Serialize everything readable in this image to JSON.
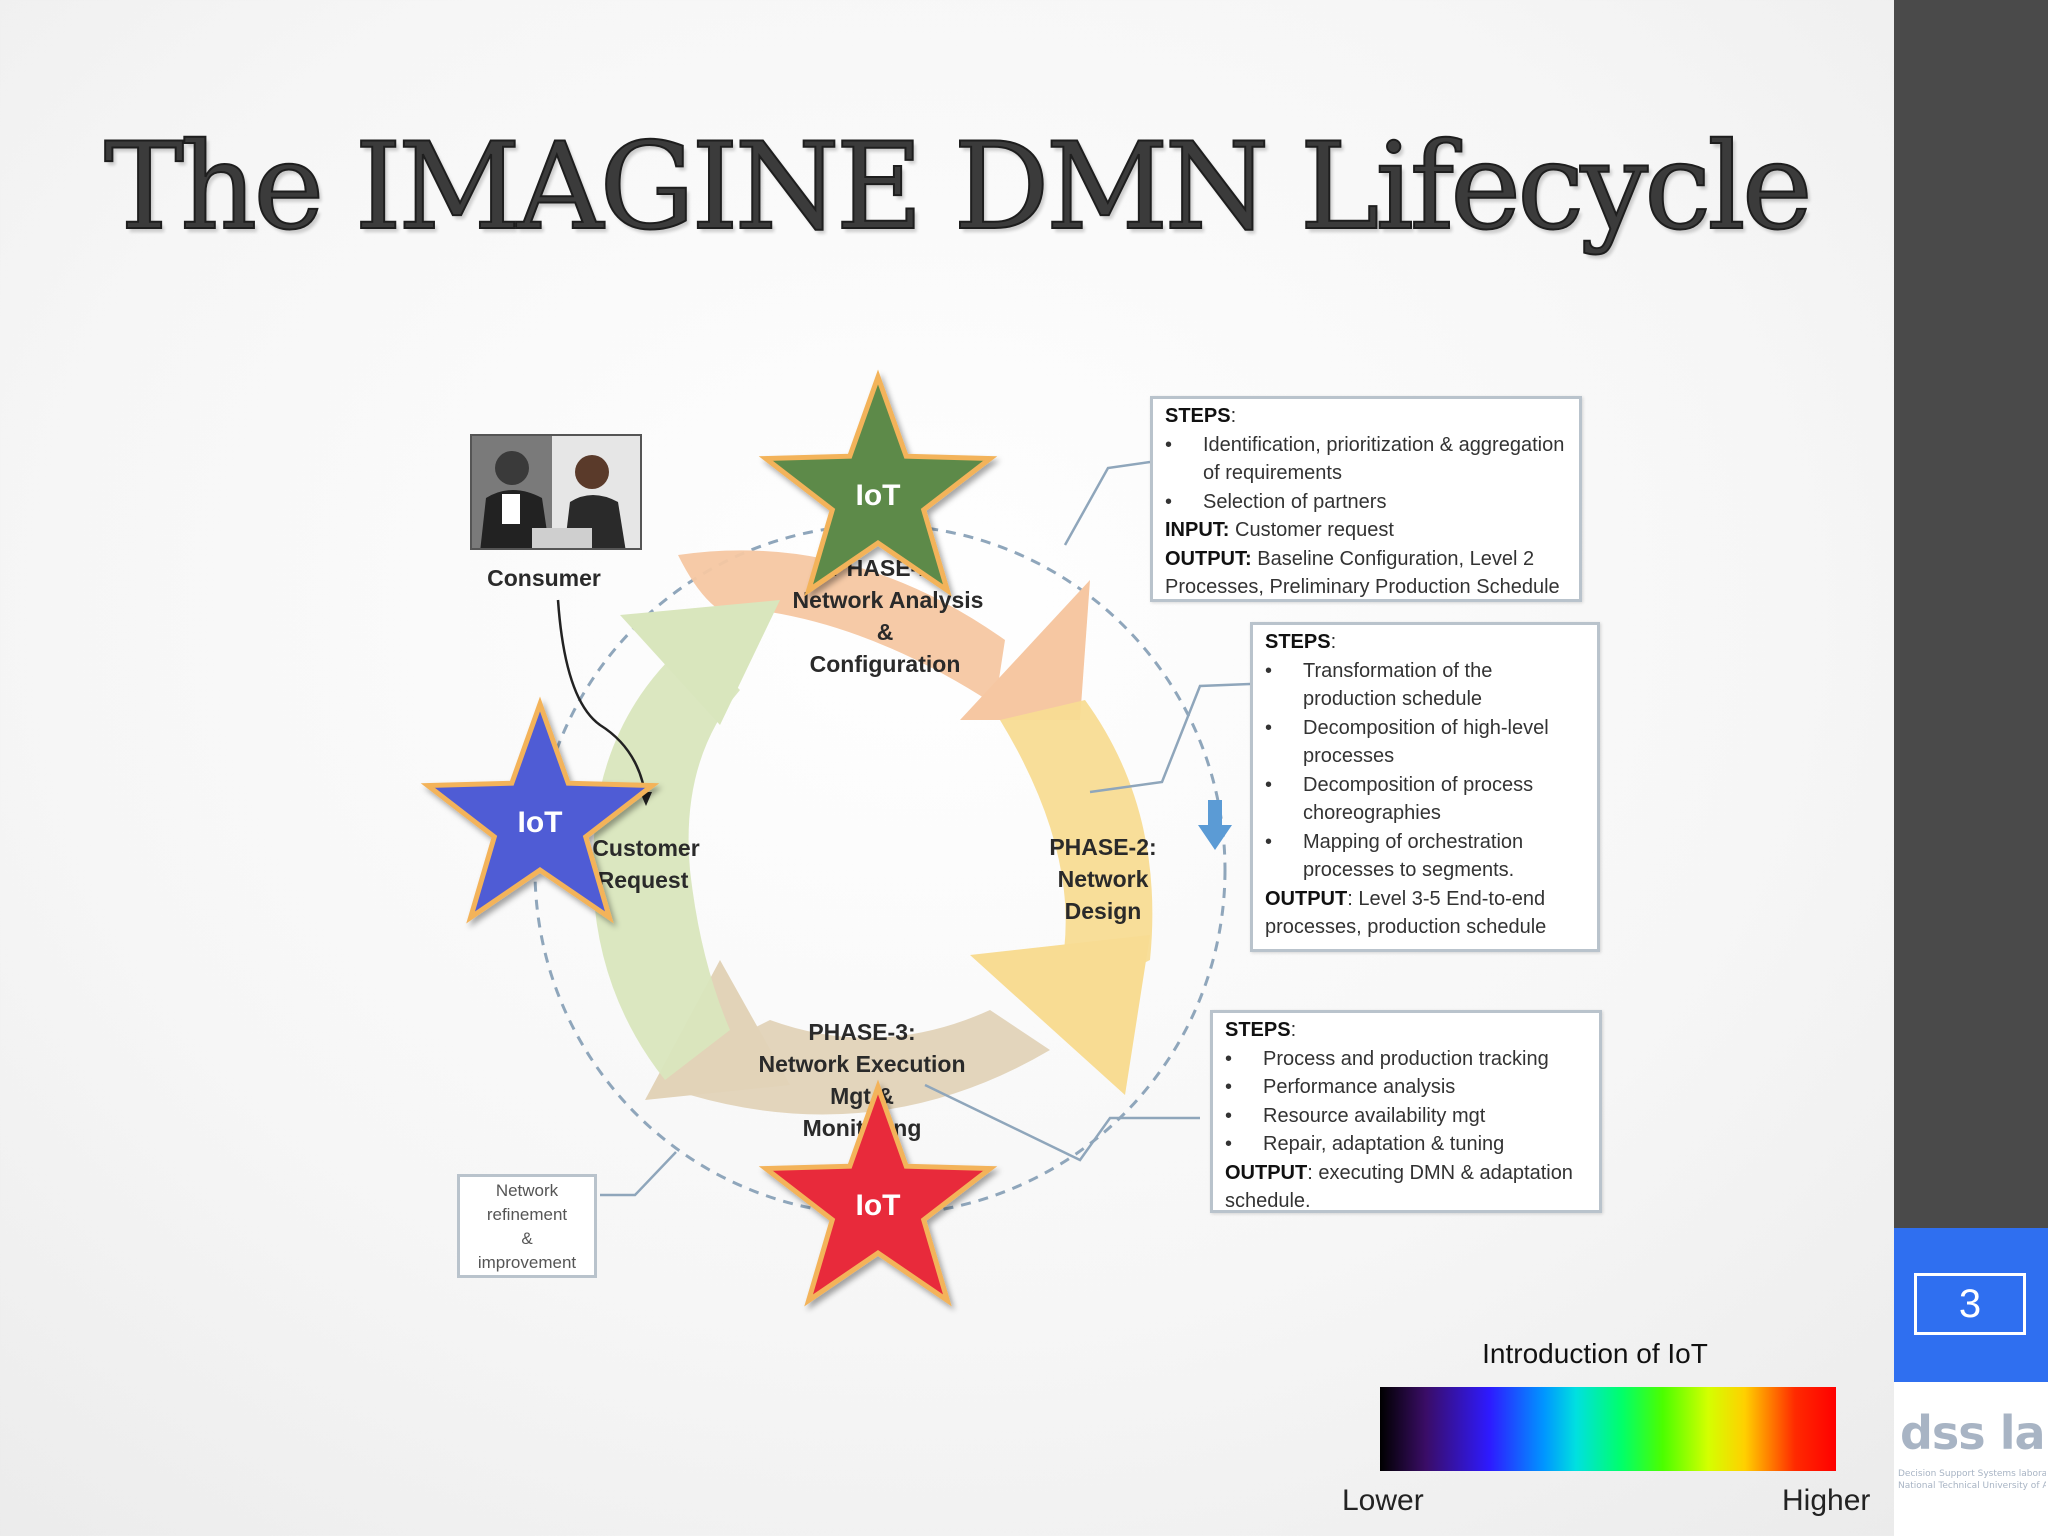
{
  "slide": {
    "title": "The IMAGINE DMN Lifecycle",
    "page_number": "3"
  },
  "diagram": {
    "consumer_label": "Consumer",
    "customer_request": [
      "Customer",
      "Request"
    ],
    "phase1": [
      "PHASE-1:",
      "Network Analysis",
      "&",
      "Configuration"
    ],
    "phase2": [
      "PHASE-2:",
      "Network",
      "Design"
    ],
    "phase3": [
      "PHASE-3:",
      "Network  Execution",
      "Mgt &",
      "Monitoring"
    ],
    "stars": [
      {
        "label": "IoT",
        "color": "#5d8a4a"
      },
      {
        "label": "IoT",
        "color": "#4f5bd5"
      },
      {
        "label": "IoT",
        "color": "#e8293b"
      }
    ],
    "refinement": [
      "Network",
      "refinement",
      "&",
      "improvement"
    ],
    "box1": {
      "steps_label": "STEPS",
      "steps": [
        "Identification, prioritization & aggregation of requirements",
        "Selection of partners"
      ],
      "input_label": "INPUT:",
      "input": "Customer request",
      "output_label": "OUTPUT:",
      "output": "Baseline Configuration, Level 2 Processes, Preliminary Production Schedule"
    },
    "box2": {
      "steps_label": "STEPS",
      "steps": [
        "Transformation of the production schedule",
        "Decomposition of high-level processes",
        "Decomposition of process choreographies",
        "Mapping of orchestration processes to segments."
      ],
      "output_label": "OUTPUT",
      "output": "Level 3-5 End-to-end processes, production schedule"
    },
    "box3": {
      "steps_label": "STEPS",
      "steps": [
        "Process and production tracking",
        "Performance analysis",
        "Resource availability mgt",
        "Repair, adaptation & tuning"
      ],
      "output_label": "OUTPUT",
      "output": "executing DMN & adaptation schedule."
    }
  },
  "legend": {
    "title": "Introduction of IoT",
    "low": "Lower",
    "high": "Higher"
  },
  "logo": {
    "mark": "dss lab",
    "subtitle": "Decision Support Systems laboratory",
    "subtitle2": "National Technical University of Athens"
  }
}
